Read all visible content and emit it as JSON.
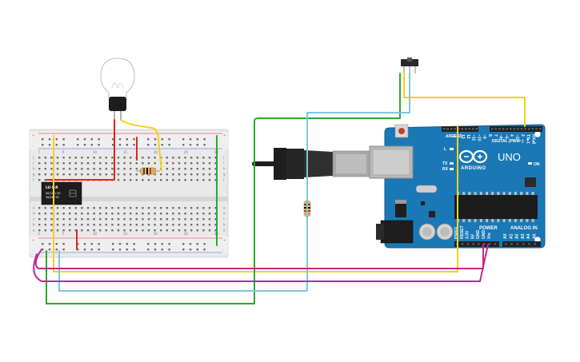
{
  "relay": {
    "title": "LU-5-R",
    "line1": "5A/125V AC",
    "line2": "3A/24V DC"
  },
  "arduino": {
    "brand": "ARDUINO",
    "model": "UNO",
    "aref": "AREF",
    "gnd": "GND",
    "digital_header": "DIGITAL (PWM~)",
    "power_header": "POWER",
    "analog_header": "ANALOG IN",
    "led_on": "ON",
    "led_l": "L",
    "led_tx": "TX",
    "led_rx": "RX",
    "digital_pins": [
      "13",
      "12",
      "~11",
      "~10",
      "~9",
      "8",
      "7",
      "~6",
      "~5",
      "4",
      "~3",
      "2",
      "TX▸1",
      "RX◂0"
    ],
    "power_pins": [
      "IOREF",
      "RESET",
      "3.3V",
      "5V",
      "GND",
      "GND",
      "Vin"
    ],
    "analog_pins": [
      "A0",
      "A1",
      "A2",
      "A3",
      "A4",
      "A5"
    ]
  },
  "breadboard": {
    "rows_top": [
      "j",
      "i",
      "h",
      "g",
      "f"
    ],
    "rows_bottom": [
      "e",
      "d",
      "c",
      "b",
      "a"
    ],
    "col_numbers": [
      "1",
      "5",
      "10",
      "15",
      "20",
      "25",
      "30"
    ],
    "plus": "+",
    "minus": "-"
  },
  "wire_colors": {
    "red": "#e0261b",
    "yellow": "#f2d21b",
    "green": "#2fa82f",
    "cyan": "#7cc6dd",
    "magenta": "#c4278d",
    "board_blue": "#1a78b6"
  }
}
